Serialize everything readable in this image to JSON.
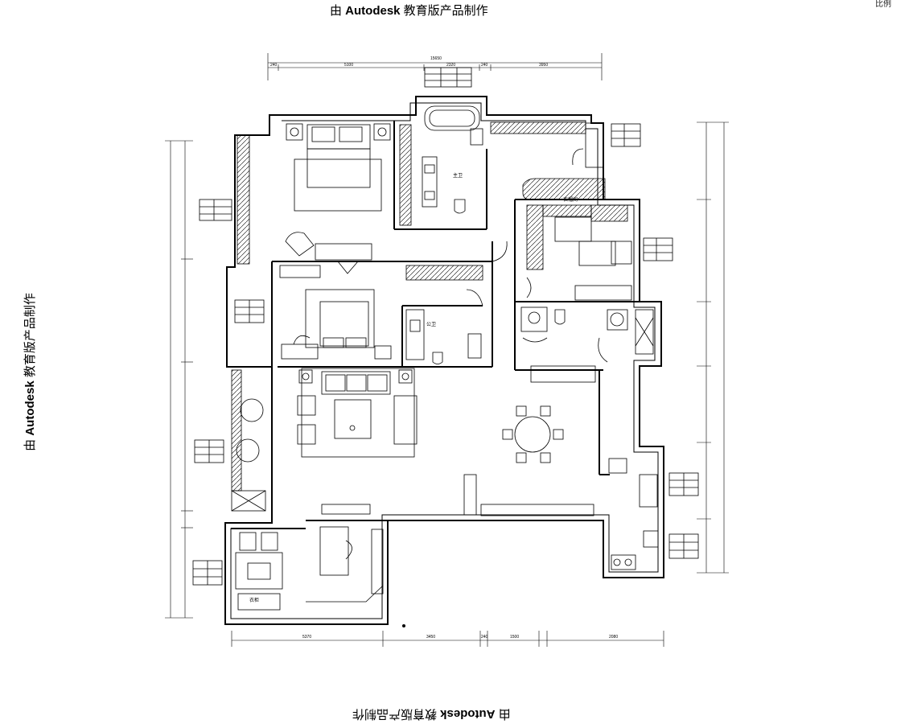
{
  "watermark": {
    "prefix": "由 ",
    "brand": "Autodesk",
    "suffix": " 教育版产品制作"
  },
  "corner_mark": "比例",
  "dimensions": {
    "top_total": "15650",
    "top_segments": [
      "240",
      "5100",
      "2320",
      "240",
      "3950"
    ],
    "bottom_segments": [
      "5370",
      "3450",
      "240",
      "1500",
      "2080"
    ]
  },
  "room_labels": {
    "master_closet": "衣帽间",
    "bathroom_1": "主卫",
    "bathroom_2": "公卫",
    "study_closet": "衣柜"
  }
}
